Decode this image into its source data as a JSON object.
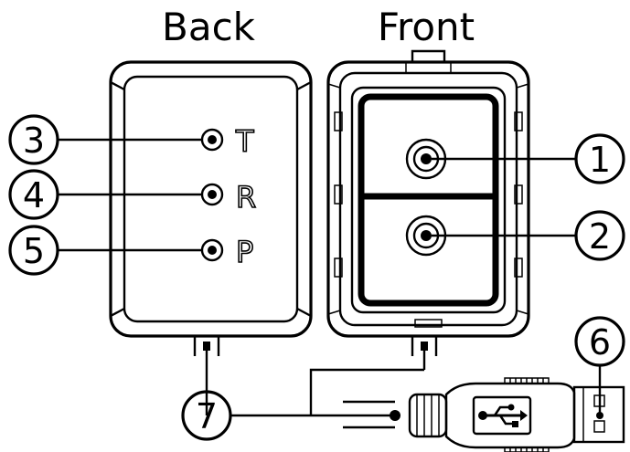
{
  "headings": {
    "back": "Back",
    "front": "Front"
  },
  "back_pins": [
    {
      "label": "T",
      "callout": "3"
    },
    {
      "label": "R",
      "callout": "4"
    },
    {
      "label": "P",
      "callout": "5"
    }
  ],
  "front_callouts": [
    "1",
    "2"
  ],
  "usb_callout": "6",
  "cable_callout": "7",
  "icons": [
    "usb-icon"
  ],
  "colors": {
    "line": "#000000",
    "background": "#ffffff"
  }
}
